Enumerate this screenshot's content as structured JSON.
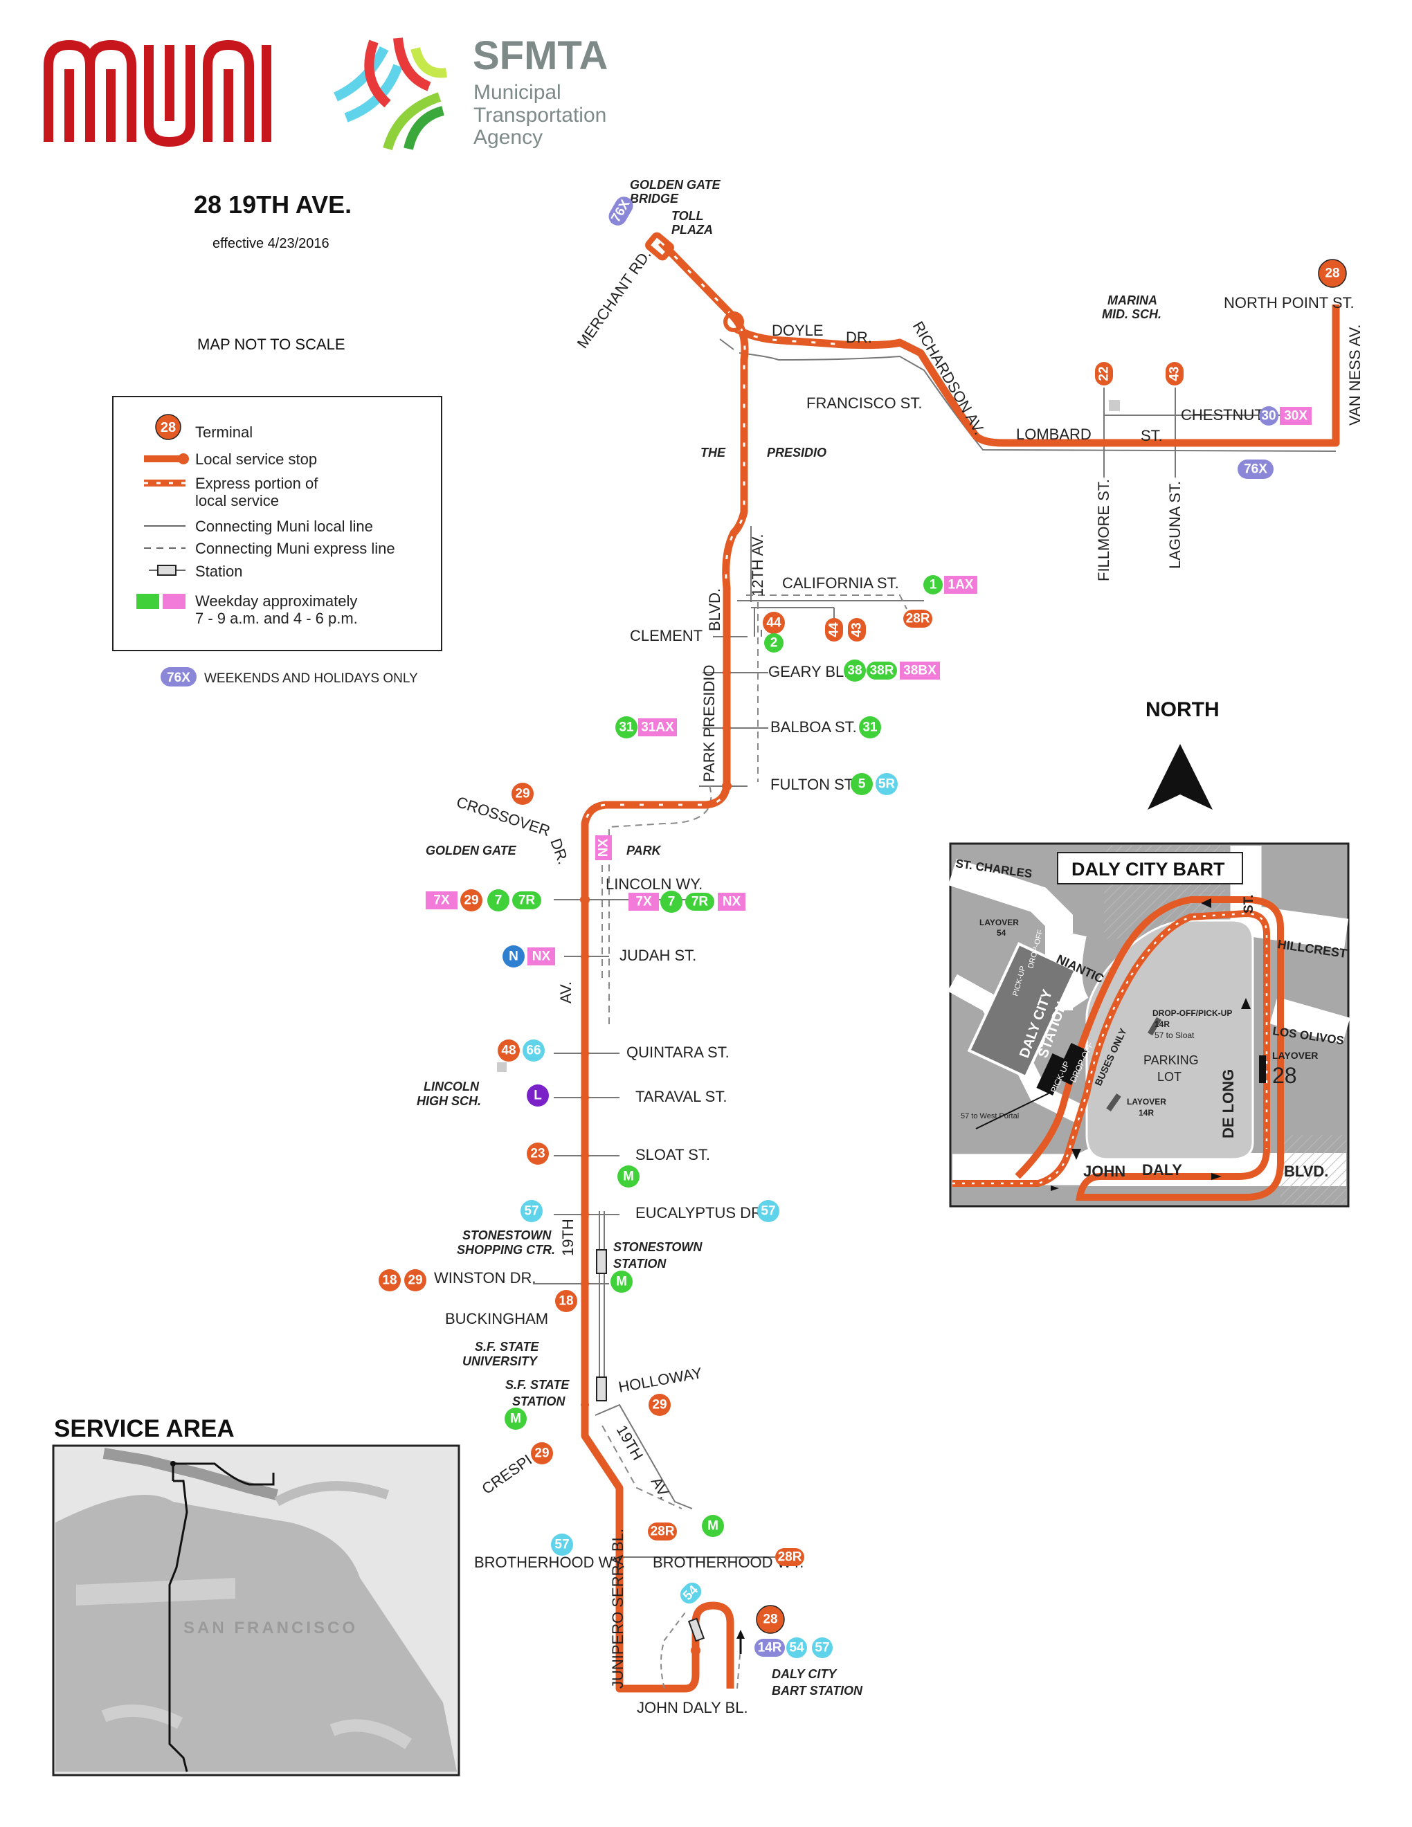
{
  "header": {
    "logo_muni": "muni",
    "logo_sfmta": "SFMTA",
    "agency_line1": "Municipal",
    "agency_line2": "Transportation",
    "agency_line3": "Agency",
    "route_title": "28 19TH AVE.",
    "effective": "effective 4/23/2016",
    "scale_note": "MAP NOT TO SCALE"
  },
  "legend": {
    "terminal_badge": "28",
    "terminal": "Terminal",
    "local_stop": "Local service stop",
    "express_1": "Express portion of",
    "express_2": "local service",
    "conn_local": "Connecting Muni local line",
    "conn_express": "Connecting Muni express line",
    "station": "Station",
    "weekday_1": "Weekday approximately",
    "weekday_2": "7 - 9 a.m. and 4 - 6 p.m.",
    "weekend_badge": "76X",
    "weekend": "WEEKENDS AND HOLIDAYS ONLY"
  },
  "colors": {
    "route": "#e35a25",
    "local_green": "#3fd03a",
    "express_pink": "#f27ad8",
    "weekend_blue": "#8a86d8",
    "light_blue": "#5ed3ea",
    "n_blue": "#2f7fd0",
    "l_purple": "#7a22c8",
    "muni_red": "#c8161d"
  },
  "north": "NORTH",
  "places": {
    "golden_gate_bridge_1": "GOLDEN GATE",
    "golden_gate_bridge_2": "BRIDGE",
    "toll_1": "TOLL",
    "toll_2": "PLAZA",
    "merchant": "MERCHANT RD.",
    "doyle": "DOYLE",
    "dr": "DR.",
    "richardson": "RICHARDSON AV.",
    "francisco": "FRANCISCO ST.",
    "lombard": "LOMBARD",
    "st": "ST.",
    "marina_1": "MARINA",
    "marina_2": "MID. SCH.",
    "chestnut": "CHESTNUT",
    "north_point": "NORTH POINT ST.",
    "van_ness": "VAN NESS AV.",
    "fillmore": "FILLMORE ST.",
    "laguna": "LAGUNA ST.",
    "the": "THE",
    "presidio": "PRESIDIO",
    "twelfth": "12TH AV.",
    "california": "CALIFORNIA ST.",
    "blvd": "BLVD.",
    "park_presidio": "PARK PRESIDIO",
    "clement": "CLEMENT",
    "geary": "GEARY BL.",
    "balboa": "BALBOA ST.",
    "fulton": "FULTON ST.",
    "crossover": "CROSSOVER",
    "dr2": "DR.",
    "golden_gate": "GOLDEN GATE",
    "park": "PARK",
    "lincoln": "LINCOLN WY.",
    "judah": "JUDAH ST.",
    "av": "AV.",
    "quintara": "QUINTARA ST.",
    "taraval": "TARAVAL ST.",
    "lincoln_hs_1": "LINCOLN",
    "lincoln_hs_2": "HIGH SCH.",
    "sloat": "SLOAT ST.",
    "eucalyptus": "EUCALYPTUS DR.",
    "stonestown_1": "STONESTOWN",
    "stonestown_2": "SHOPPING CTR.",
    "nineteenth": "19TH",
    "stonestown_station_1": "STONESTOWN",
    "stonestown_station_2": "STATION",
    "winston": "WINSTON DR.",
    "buckingham": "BUCKINGHAM",
    "sfsu_1": "S.F. STATE",
    "sfsu_2": "UNIVERSITY",
    "sfstate_station_1": "S.F. STATE",
    "sfstate_station_2": "STATION",
    "holloway": "HOLLOWAY",
    "crespi": "CRESPI",
    "nineteenth2": "19TH",
    "av2": "AV.",
    "brotherhood_l": "BROTHERHOOD WY.",
    "brotherhood_r": "BROTHERHOOD WY.",
    "junipero": "JUNIPERO SERRA BL.",
    "daly_city_1": "DALY CITY",
    "daly_city_2": "BART STATION",
    "john_daly": "JOHN DALY BL."
  },
  "inset": {
    "title": "DALY CITY BART",
    "st_charles": "ST. CHARLES",
    "st": "ST.",
    "hillcrest": "HILLCREST",
    "niantic": "NIANTIC",
    "los_olivos": "LOS OLIVOS",
    "layover_54_1": "LAYOVER",
    "layover_54_2": "54",
    "pick_up": "PICK-UP",
    "drop_off": "DROP-OFF",
    "station_1": "DALY CITY",
    "station_2": "STATION",
    "pickup_2": "PICK-UP",
    "dropoff_2": "DROP-OFF",
    "buses_only": "BUSES ONLY",
    "dropoff_pickup": "DROP-OFF/PICK-UP",
    "r14": "14R",
    "to_sloat": "57 to Sloat",
    "parking_1": "PARKING",
    "parking_2": "LOT",
    "layover_14r_1": "LAYOVER",
    "layover_14r_2": "14R",
    "layover_28_1": "LAYOVER",
    "layover_28_2": "28",
    "west_portal": "57 to West Portal",
    "de_long": "DE LONG",
    "john": "JOHN",
    "daly": "DALY",
    "blvd": "BLVD."
  },
  "service_area": {
    "title": "SERVICE AREA",
    "city": "SAN FRANCISCO"
  },
  "badges": {
    "b_76x_top": "76X",
    "b_28_top": "28",
    "b_22": "22",
    "b_43_top": "43",
    "b_30": "30",
    "b_30x": "30X",
    "b_76x_lomb": "76X",
    "b_1": "1",
    "b_1ax": "1AX",
    "b_28r_cal": "28R",
    "b_44": "44",
    "b_2": "2",
    "b_44b": "44",
    "b_43b": "43",
    "b_38": "38",
    "b_38r": "38R",
    "b_38bx": "38BX",
    "b_31l": "31",
    "b_31ax": "31AX",
    "b_31r": "31",
    "b_5": "5",
    "b_5r": "5R",
    "b_29_cross": "29",
    "b_nx_park": "NX",
    "b_7x_l": "7X",
    "b_29_l": "29",
    "b_7_l": "7",
    "b_7r_l": "7R",
    "b_7x_r": "7X",
    "b_7_r": "7",
    "b_7r_r": "7R",
    "b_nx_r": "NX",
    "b_n": "N",
    "b_nx_j": "NX",
    "b_48": "48",
    "b_66": "66",
    "b_l": "L",
    "b_23": "23",
    "b_m1": "M",
    "b_57a": "57",
    "b_57b": "57",
    "b_m2": "M",
    "b_18a": "18",
    "b_29w": "29",
    "b_18b": "18",
    "b_29h": "29",
    "b_m3": "M",
    "b_29c": "29",
    "b_m4": "M",
    "b_28r_b": "28R",
    "b_57c": "57",
    "b_28r_c": "28R",
    "b_54": "54",
    "b_28_end": "28",
    "b_14r": "14R",
    "b_54b": "54",
    "b_57d": "57"
  }
}
